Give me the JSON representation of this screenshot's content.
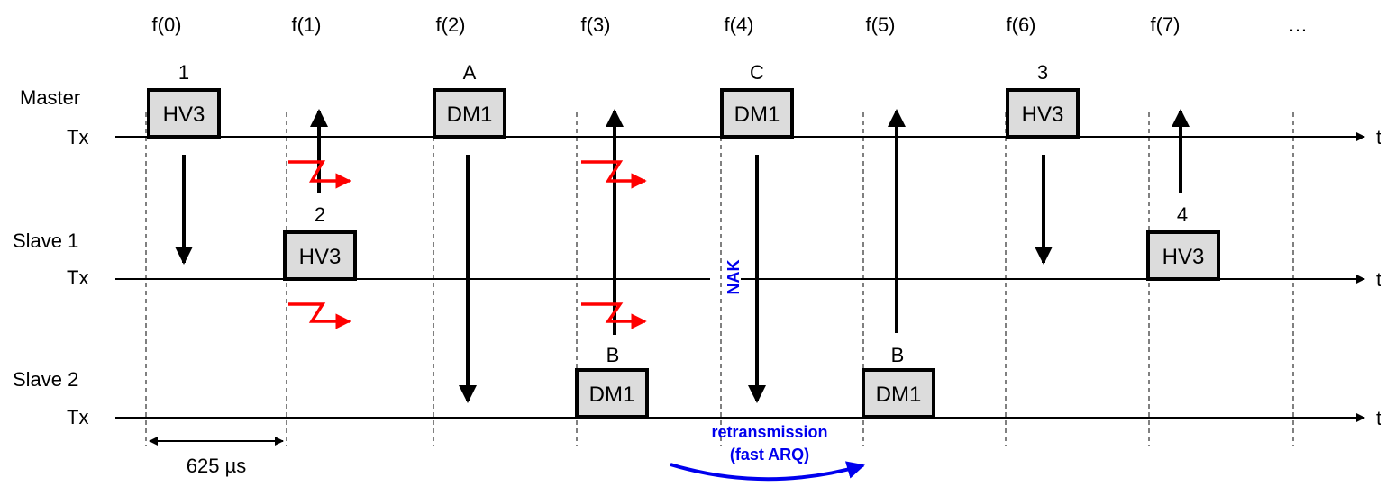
{
  "slot_labels": [
    "f(0)",
    "f(1)",
    "f(2)",
    "f(3)",
    "f(4)",
    "f(5)",
    "f(6)",
    "f(7)",
    "…"
  ],
  "rows": [
    {
      "name": "Master",
      "tx": "Tx",
      "axis": "t"
    },
    {
      "name": "Slave 1",
      "tx": "Tx",
      "axis": "t"
    },
    {
      "name": "Slave 2",
      "tx": "Tx",
      "axis": "t"
    }
  ],
  "packets": [
    {
      "type": "HV3",
      "label": "1"
    },
    {
      "type": "HV3",
      "label": "2"
    },
    {
      "type": "DM1",
      "label": "A"
    },
    {
      "type": "DM1",
      "label": "B"
    },
    {
      "type": "DM1",
      "label": "C"
    },
    {
      "type": "DM1",
      "label": "B"
    },
    {
      "type": "HV3",
      "label": "3"
    },
    {
      "type": "HV3",
      "label": "4"
    }
  ],
  "nak_label": "NAK",
  "retransmission_label": [
    "retransmission",
    "(fast ARQ)"
  ],
  "slot_duration_label": "625 µs",
  "colors": {
    "packet_fill": "#dcdcdc",
    "error": "#ff0000",
    "note": "#0000ee",
    "line": "#000000"
  }
}
